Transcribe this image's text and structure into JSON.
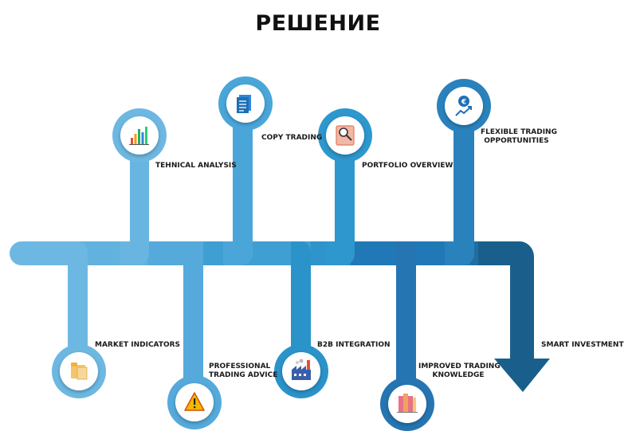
{
  "title": "РЕШЕНИЕ",
  "colors": {
    "c1": "#6db8e2",
    "c2": "#59addd",
    "c3": "#3f9fd3",
    "c4": "#2a91c8",
    "c5": "#2178b6",
    "c6": "#1e6ea3",
    "c7": "#1a5f8c"
  },
  "top_items": [
    {
      "label": "TEHNICAL ANALYSIS",
      "icon": "bar-chart-icon"
    },
    {
      "label": "COPY TRADING",
      "icon": "document-icon"
    },
    {
      "label": "PORTFOLIO OVERVIEW",
      "icon": "magnifier-report-icon"
    },
    {
      "label": "FLEXIBLE TRADING OPPORTUNITIES",
      "line1": "FLEXIBLE TRADING",
      "line2": "OPPORTUNITIES",
      "icon": "euro-growth-icon"
    }
  ],
  "bottom_items": [
    {
      "label": "MARKET INDICATORS",
      "icon": "folder-icon"
    },
    {
      "label": "PROFESSIONAL TRADING ADVICE",
      "line1": "PROFESSIONAL",
      "line2": "TRADING ADVICE",
      "icon": "warning-icon"
    },
    {
      "label": "B2B INTEGRATION",
      "icon": "factory-icon"
    },
    {
      "label": "IMPROVED TRADING KNOWLEDGE",
      "line1": "IMPROVED TRADING",
      "line2": "KNOWLEDGE",
      "icon": "books-icon"
    }
  ],
  "end_item": {
    "label": "SMART INVESTMENT",
    "icon": "arrow-down-icon"
  }
}
